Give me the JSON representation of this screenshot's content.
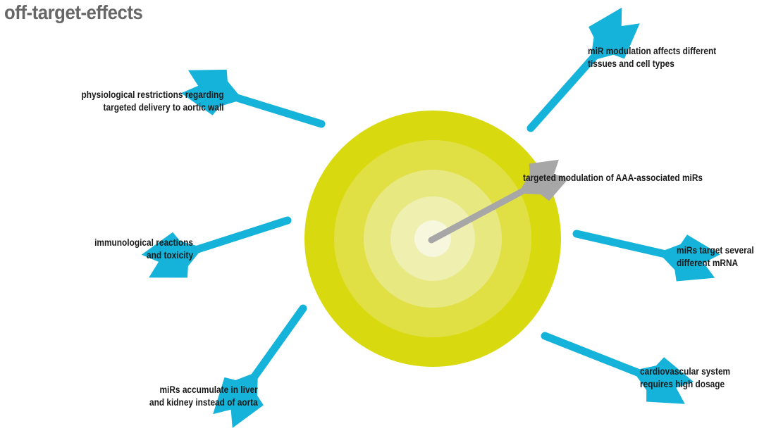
{
  "title": "off-target-effects",
  "colors": {
    "arrow": "#15b3d9",
    "center_arrow": "#a7a7a7",
    "ring1": "#d9d910",
    "ring2": "#e0e045",
    "ring3": "#e8e880",
    "ring4": "#efefb0",
    "ring5": "#f7f7dd"
  },
  "center_label": "targeted modulation of AAA-associated miRs",
  "effects": [
    {
      "id": "physiological",
      "lines": [
        "physiological restrictions regarding",
        "targeted delivery to aortic wall"
      ]
    },
    {
      "id": "immunological",
      "lines": [
        "immunological reactions",
        "and toxicity"
      ]
    },
    {
      "id": "accumulate",
      "lines": [
        "miRs accumulate in liver",
        "and kidney instead of aorta"
      ]
    },
    {
      "id": "tissues",
      "lines": [
        "miR modulation affects different",
        "tissues and cell types"
      ]
    },
    {
      "id": "several-mrna",
      "lines": [
        "miRs target several",
        "different mRNA"
      ]
    },
    {
      "id": "dosage",
      "lines": [
        "cardiovascular system",
        "requires high dosage"
      ]
    }
  ]
}
